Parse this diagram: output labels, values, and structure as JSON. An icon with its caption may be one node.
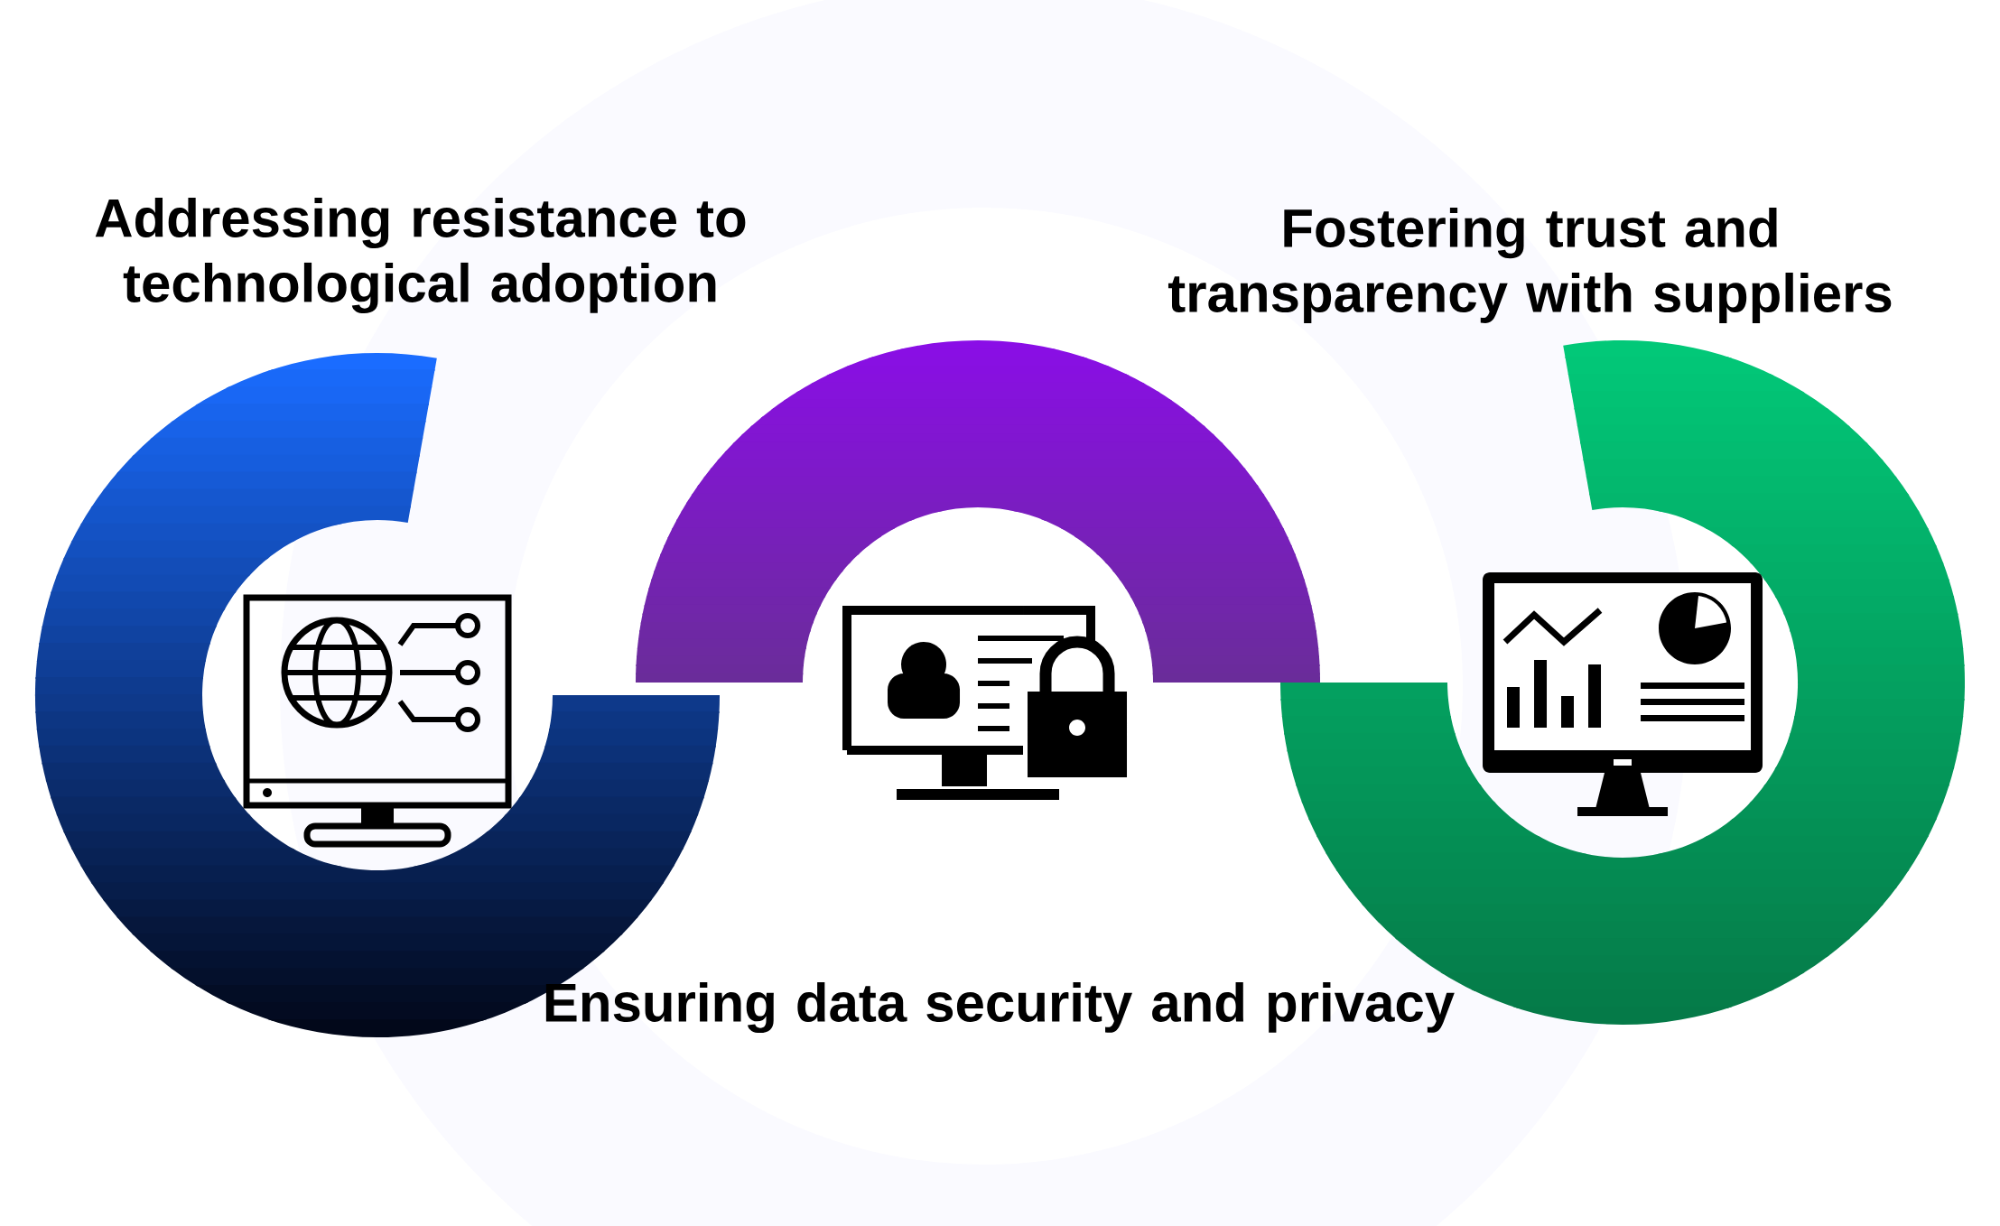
{
  "diagram": {
    "nodes": [
      {
        "text": [
          "Addressing resistance to technological adoption"
        ]
      },
      {
        "text": [
          "Ensuring data security and privacy"
        ]
      },
      {
        "text": [
          "Fostering trust and transparency with suppliers"
        ]
      }
    ]
  }
}
